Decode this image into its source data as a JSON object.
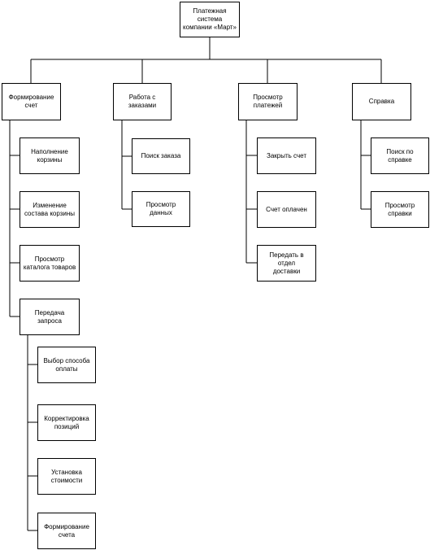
{
  "nodes": {
    "root": "Платежная\nсистема\nкомпании «Март»",
    "form": "Формирование\nсчет",
    "orders": "Работа с\nзаказами",
    "pay": "Просмотр\nплатежей",
    "help": "Справка",
    "form_children": [
      "Наполнение\nкорзины",
      "Изменение\nсостава корзины",
      "Просмотр\nкаталога товаров",
      "Передача\nзапроса"
    ],
    "send_children": [
      "Выбор способа\nоплаты",
      "Корректировка\nпозиций",
      "Установка\nстоимости",
      "Формирование\nсчета"
    ],
    "orders_children": [
      "Поиск заказа",
      "Просмотр данных"
    ],
    "pay_children": [
      "Закрыть счет",
      "Счет оплачен",
      "Передать в отдел\nдоставки"
    ],
    "help_children": [
      "Поиск по справке",
      "Просмотр\nсправки"
    ]
  }
}
